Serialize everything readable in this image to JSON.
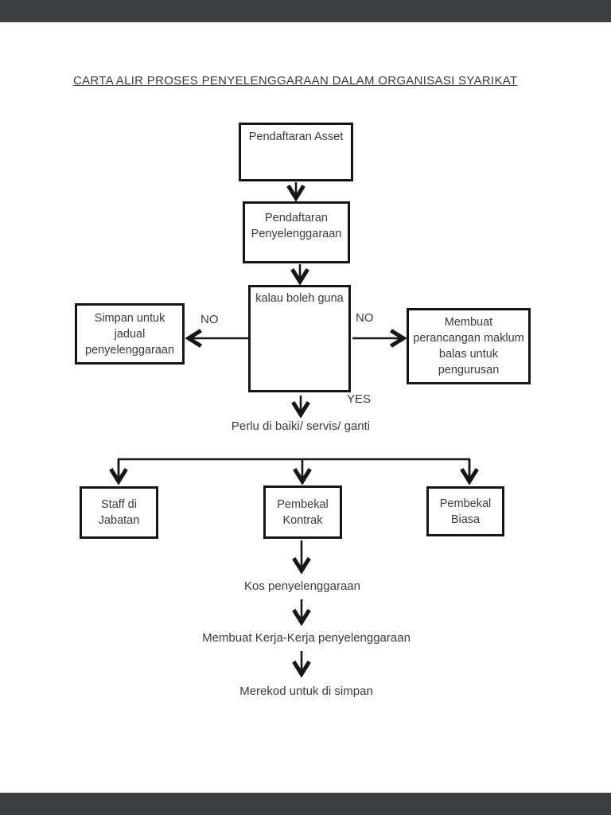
{
  "page": {
    "title": "CARTA ALIR PROSES PENYELENGGARAAN DALAM ORGANISASI SYARIKAT",
    "colors": {
      "ink": "#3a3a3a",
      "line": "#161616",
      "letterbox": "#3c4043",
      "page_bg": "#ffffff"
    }
  },
  "flowchart": {
    "nodes": {
      "pendaftaran_asset": "Pendaftaran Asset",
      "pendaftaran_penyelenggaraan": "Pendaftaran\nPenyelenggaraan",
      "kalau_boleh_guna": "kalau boleh guna",
      "simpan_untuk_jadual": "Simpan untuk\njadual\npenyelenggaraan",
      "membuat_perancangan": "Membuat\nperancangan maklum\nbalas untuk\npengurusan",
      "staff_di_jabatan": "Staff di\nJabatan",
      "pembekal_kontrak": "Pembekal\nKontrak",
      "pembekal_biasa": "Pembekal\nBiasa"
    },
    "labels": {
      "no_left": "NO",
      "no_right": "NO",
      "yes": "YES"
    },
    "texts": {
      "perlu_di_baiki": "Perlu di baiki/ servis/ ganti",
      "kos_penyelenggaraan": "Kos penyelenggaraan",
      "membuat_kerja": "Membuat Kerja-Kerja penyelenggaraan",
      "merekod": "Merekod untuk di simpan"
    },
    "edges": [
      {
        "from": "pendaftaran_asset",
        "to": "pendaftaran_penyelenggaraan",
        "label": ""
      },
      {
        "from": "pendaftaran_penyelenggaraan",
        "to": "kalau_boleh_guna",
        "label": ""
      },
      {
        "from": "kalau_boleh_guna",
        "to": "simpan_untuk_jadual",
        "label": "NO"
      },
      {
        "from": "kalau_boleh_guna",
        "to": "membuat_perancangan",
        "label": "NO"
      },
      {
        "from": "kalau_boleh_guna",
        "to": "perlu_di_baiki",
        "label": "YES"
      },
      {
        "from": "perlu_di_baiki",
        "to": "staff_di_jabatan",
        "label": ""
      },
      {
        "from": "perlu_di_baiki",
        "to": "pembekal_kontrak",
        "label": ""
      },
      {
        "from": "perlu_di_baiki",
        "to": "pembekal_biasa",
        "label": ""
      },
      {
        "from": "pembekal_kontrak",
        "to": "kos_penyelenggaraan",
        "label": ""
      },
      {
        "from": "kos_penyelenggaraan",
        "to": "membuat_kerja",
        "label": ""
      },
      {
        "from": "membuat_kerja",
        "to": "merekod",
        "label": ""
      }
    ]
  }
}
